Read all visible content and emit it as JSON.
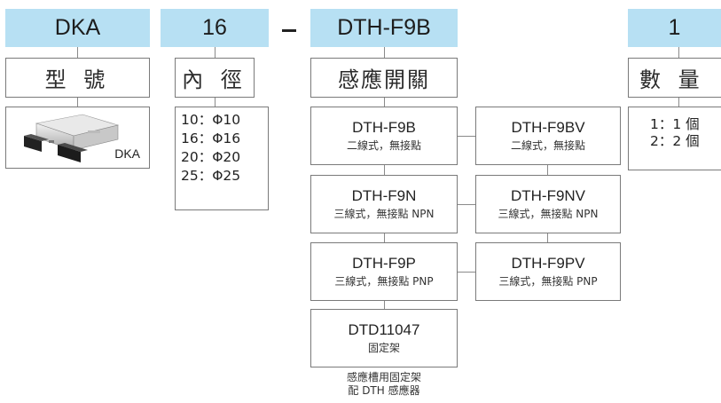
{
  "columns": {
    "model": {
      "code": "DKA",
      "label": "型 號",
      "product": {
        "icon": "gripper-product-image",
        "caption": "DKA"
      }
    },
    "bore": {
      "code": "16",
      "label": "內 徑",
      "options": [
        "10：Φ10",
        "16：Φ16",
        "20：Φ20",
        "25：Φ25"
      ]
    },
    "separator": "－",
    "sensor": {
      "code": "DTH-F9B",
      "label": "感應開關",
      "options": [
        {
          "code": "DTH-F9B",
          "desc": "二線式，無接點"
        },
        {
          "code": "DTH-F9BV",
          "desc": "二線式，無接點"
        },
        {
          "code": "DTH-F9N",
          "desc": "三線式，無接點 NPN"
        },
        {
          "code": "DTH-F9NV",
          "desc": "三線式，無接點 NPN"
        },
        {
          "code": "DTH-F9P",
          "desc": "三線式，無接點 PNP"
        },
        {
          "code": "DTH-F9PV",
          "desc": "三線式，無接點 PNP"
        },
        {
          "code": "DTD11047",
          "desc": "固定架"
        }
      ],
      "note": [
        "感應槽用固定架",
        "配 DTH 感應器"
      ]
    },
    "quantity": {
      "code": "1",
      "label": "數 量",
      "options": [
        "1：1 個",
        "2：2 個"
      ]
    }
  },
  "colors": {
    "header_bg": "#b7e0f3",
    "border": "#7a7a7a"
  }
}
